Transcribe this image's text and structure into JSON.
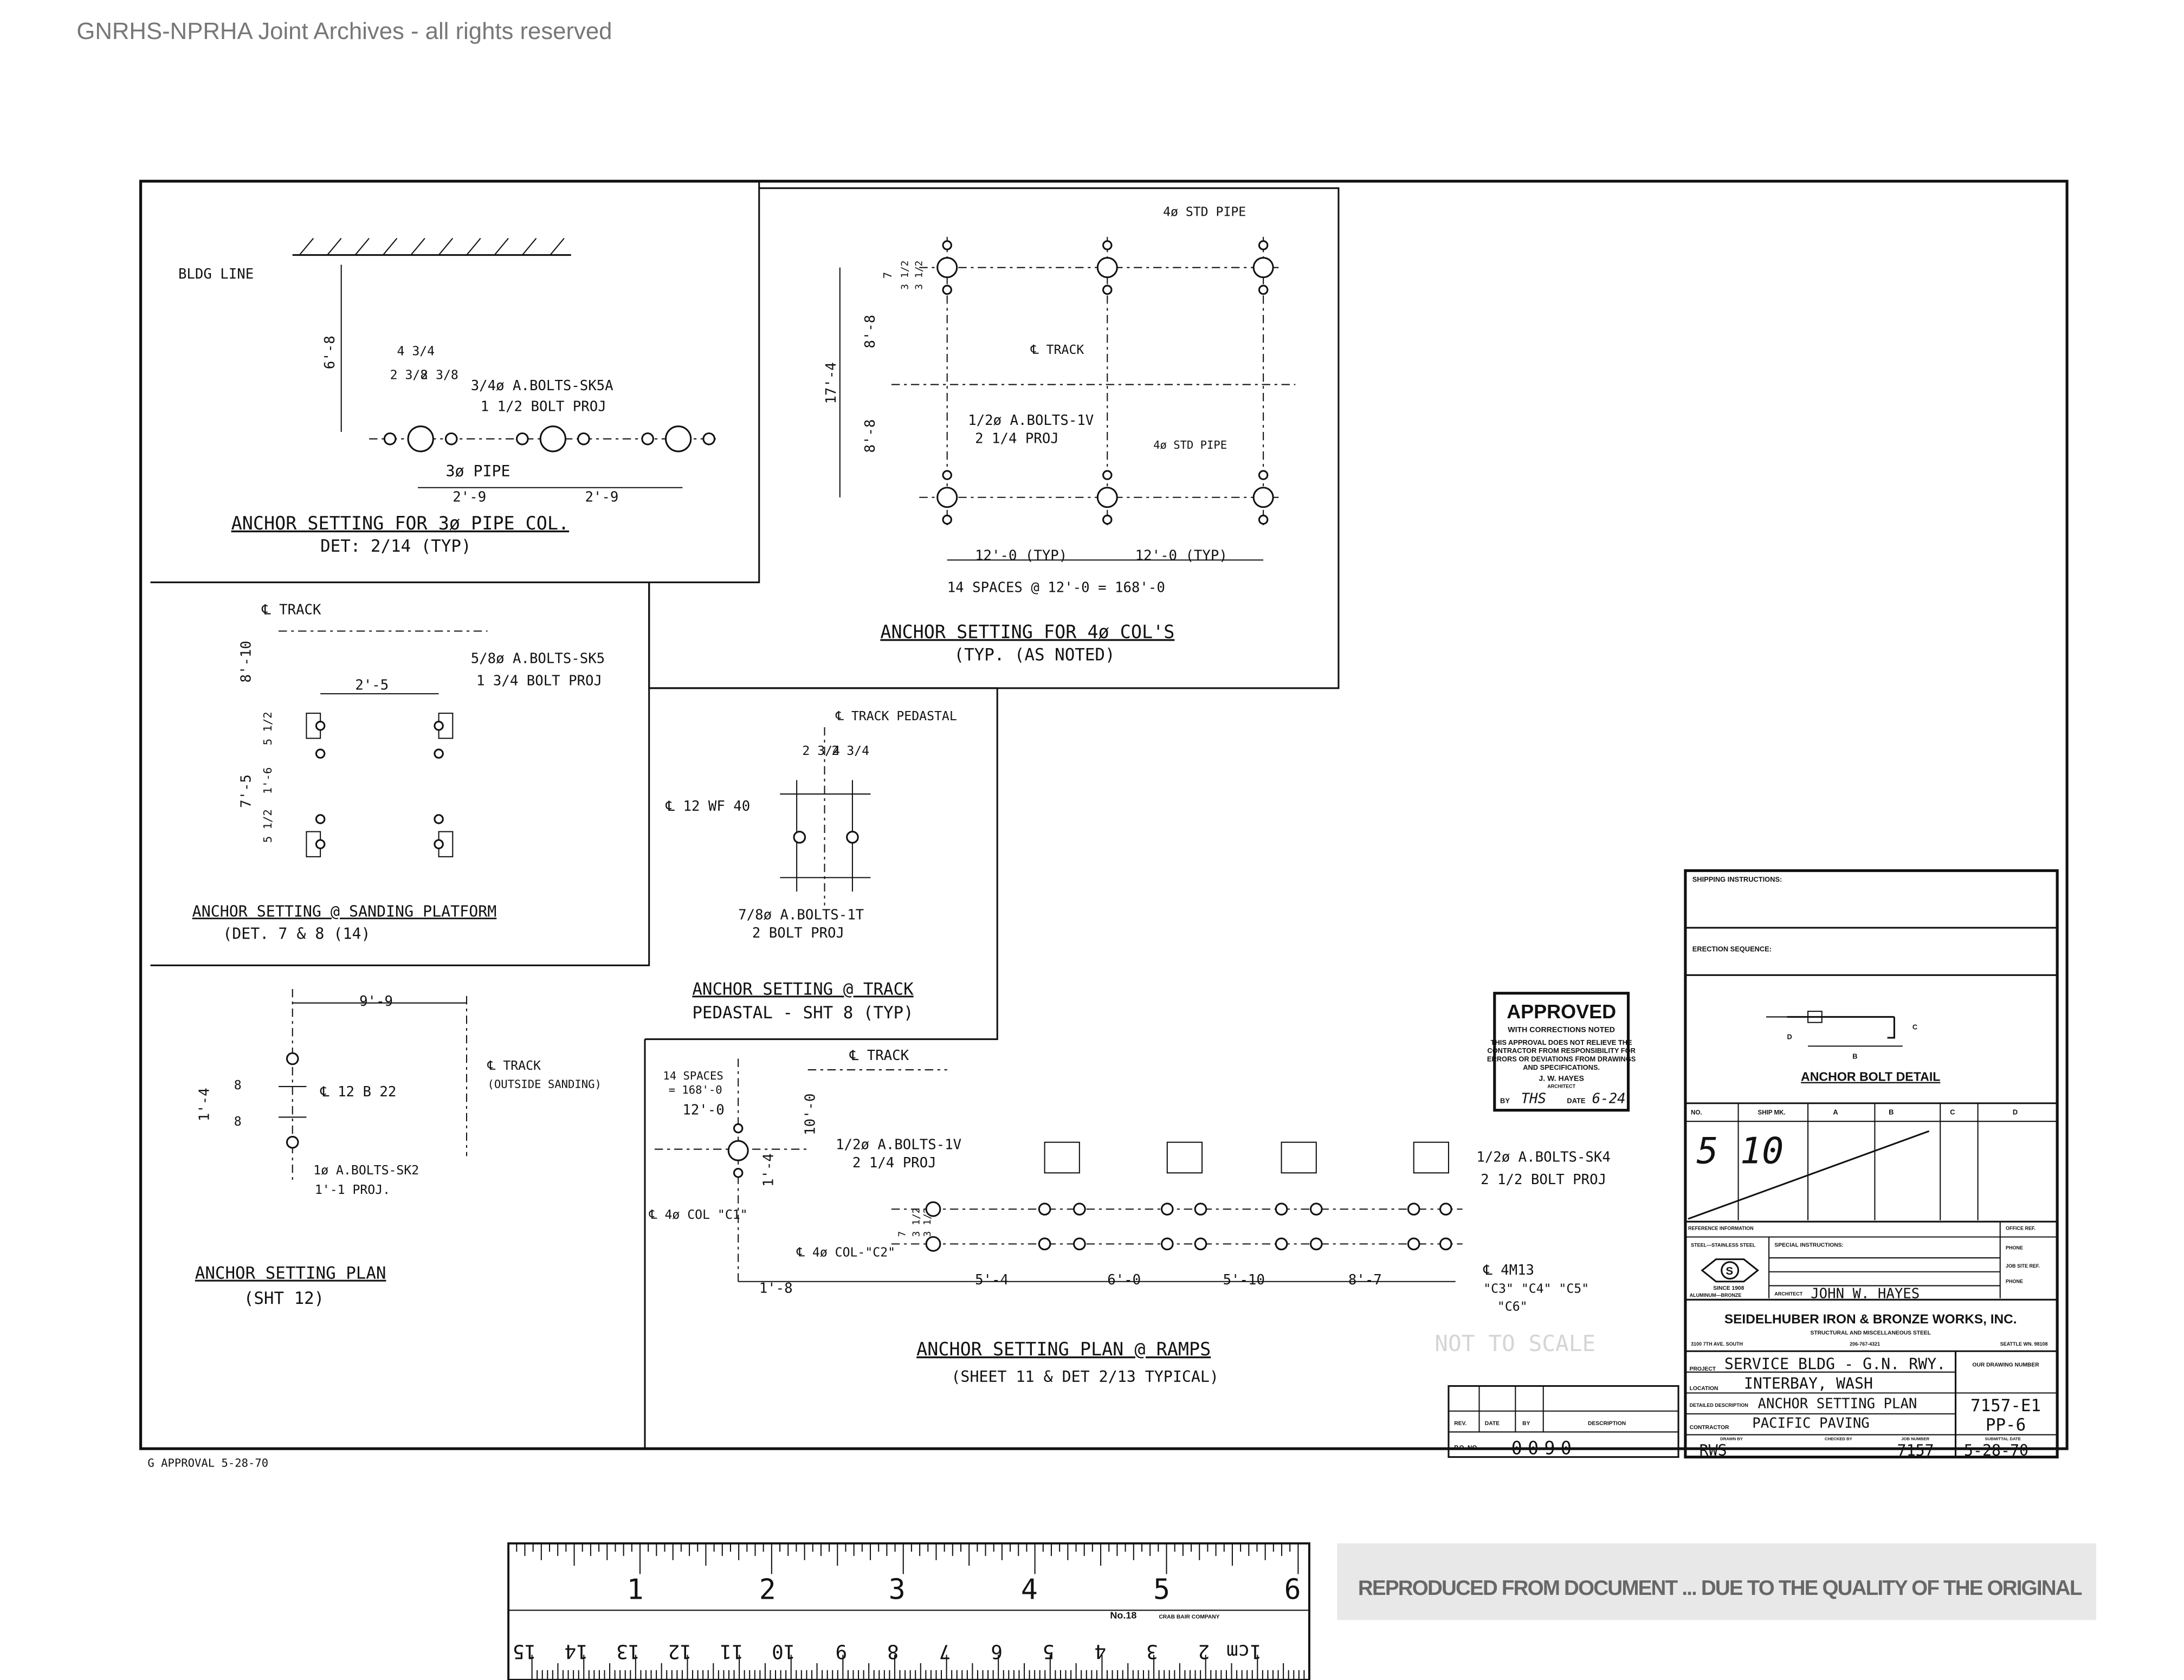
{
  "watermark": "GNRHS-NPRHA Joint Archives - all rights reserved",
  "panels": {
    "pipe_col": {
      "bldg_line": "BLDG LINE",
      "dim_height": "6'-8",
      "dim_top": "4 3/4",
      "dim_a": "2 3/8",
      "dim_b": "2 3/8",
      "bolt_note": "3/4ø A.BOLTS-SK5A",
      "bolt_proj": "1 1/2 BOLT PROJ",
      "pipe": "3ø PIPE",
      "dim_left": "2'-9",
      "dim_right": "2'-9",
      "title": "ANCHOR SETTING FOR 3ø PIPE COL.",
      "subtitle": "DET: 2/14 (TYP)"
    },
    "four_col": {
      "pipe_top": "4ø STD PIPE",
      "pipe_mid": "4ø STD PIPE",
      "track": "℄ TRACK",
      "dim_total": "17'-4",
      "dim_upper": "8'-8",
      "dim_lower": "8'-8",
      "dim_small": "7",
      "dim_small_a": "3 1/2",
      "dim_small_b": "3 1/2",
      "bolt_note": "1/2ø A.BOLTS-1V",
      "bolt_proj": "2 1/4 PROJ",
      "space_left": "12'-0 (TYP)",
      "space_right": "12'-0 (TYP)",
      "space_total": "14 SPACES @ 12'-0 = 168'-0",
      "title": "ANCHOR SETTING FOR 4ø COL'S",
      "subtitle": "(TYP. (AS NOTED)"
    },
    "sanding": {
      "track": "℄ TRACK",
      "dim_top": "8'-10",
      "dim_width": "2'-5",
      "dim_mid": "7'-5",
      "dim_a": "5 1/2",
      "dim_b": "1'-6",
      "dim_c": "5 1/2",
      "bolt_note": "5/8ø A.BOLTS-SK5",
      "bolt_proj": "1 3/4 BOLT PROJ",
      "title": "ANCHOR SETTING @ SANDING PLATFORM",
      "subtitle": "(DET. 7 & 8 (14)"
    },
    "pedestal": {
      "track": "℄ TRACK PEDASTAL",
      "dim_a": "2 3/4",
      "dim_b": "2 3/4",
      "beam": "℄ 12 WF 40",
      "bolt_note": "7/8ø A.BOLTS-1T",
      "bolt_proj": "2 BOLT PROJ",
      "title": "ANCHOR SETTING @ TRACK",
      "subtitle": "PEDASTAL - SHT 8 (TYP)"
    },
    "sht12": {
      "dim_top": "9'-9",
      "beam": "℄ 12 B 22",
      "track": "℄ TRACK",
      "track_note": "(OUTSIDE SANDING)",
      "dim_total": "1'-4",
      "dim_a": "8",
      "dim_b": "8",
      "bolt_note": "1ø A.BOLTS-SK2",
      "bolt_proj": "1'-1 PROJ.",
      "title": "ANCHOR SETTING PLAN",
      "subtitle": "(SHT 12)"
    },
    "ramps": {
      "spaces": "14 SPACES",
      "spaces_total": "= 168'-0",
      "dim_12": "12'-0",
      "track": "℄ TRACK",
      "dim_height": "10'-0",
      "dim_14": "1'-4",
      "bolt_note": "1/2ø A.BOLTS-1V",
      "bolt_proj": "2 1/4 PROJ",
      "col_c1": "℄ 4ø COL \"C1\"",
      "col_c2": "℄ 4ø COL-\"C2\"",
      "dim_7": "7",
      "dim_31": "3 1/2",
      "dim_32": "3 1/2",
      "bolt_note2": "1/2ø A.BOLTS-SK4",
      "bolt_proj2": "2 1/2 BOLT PROJ",
      "beam": "℄ 4M13",
      "beam_cols": "\"C3\" \"C4\" \"C5\"",
      "beam_col6": "\"C6\"",
      "dims": [
        "1'-8",
        "5'-4",
        "6'-0",
        "5'-10",
        "8'-7"
      ],
      "title": "ANCHOR SETTING PLAN @ RAMPS",
      "subtitle": "(SHEET 11 & DET 2/13 TYPICAL)",
      "not_to_scale": "NOT TO SCALE"
    }
  },
  "approval_stamp": {
    "title": "APPROVED",
    "line1": "WITH CORRECTIONS NOTED",
    "line2": "THIS APPROVAL DOES NOT RELIEVE THE",
    "line3": "CONTRACTOR FROM RESPONSIBILITY FOR",
    "line4": "ERRORS OR DEVIATIONS FROM DRAWINGS",
    "line5": "AND SPECIFICATIONS.",
    "architect": "J. W. HAYES",
    "architect_label": "ARCHITECT",
    "by_label": "BY",
    "by_value": "THS",
    "date_label": "DATE",
    "date_value": "6-24"
  },
  "title_block": {
    "shipping": "SHIPPING INSTRUCTIONS:",
    "erection": "ERECTION SEQUENCE:",
    "bolt_detail": "ANCHOR BOLT DETAIL",
    "bolt_d": "D",
    "bolt_b": "B",
    "bolt_c": "C",
    "table_headers": [
      "NO.",
      "SHIP MK.",
      "A",
      "B",
      "C",
      "D"
    ],
    "handwritten": "5 10",
    "reference": "REFERENCE INFORMATION",
    "steel": "STEEL—STAINLESS STEEL",
    "since": "SINCE 1908",
    "aluminum": "ALUMINUM—BRONZE",
    "special": "SPECIAL INSTRUCTIONS:",
    "office_ref": "OFFICE REF.",
    "phone1": "PHONE",
    "job_site": "JOB SITE REF.",
    "phone2": "PHONE",
    "architect_label": "ARCHITECT",
    "architect": "JOHN W. HAYES",
    "company": "SEIDELHUBER IRON & BRONZE WORKS, INC.",
    "company_sub": "STRUCTURAL AND MISCELLANEOUS STEEL",
    "address": "3100 7TH AVE. SOUTH",
    "phone": "206-767-4321",
    "city": "SEATTLE WN. 98108",
    "project_label": "PROJECT",
    "project": "SERVICE BLDG - G.N. RWY.",
    "location_label": "LOCATION",
    "location": "INTERBAY, WASH",
    "desc_label": "DETAILED DESCRIPTION",
    "desc": "ANCHOR SETTING PLAN",
    "contractor_label": "CONTRACTOR",
    "contractor": "PACIFIC PAVING",
    "drawing_no_label": "OUR DRAWING NUMBER",
    "drawing_no": "7157-E1",
    "sheet": "PP-6",
    "drawn_by_label": "DRAWN BY",
    "drawn_by": "RWS",
    "checked_label": "CHECKED BY",
    "job_no_label": "JOB NUMBER",
    "job_no": "7157",
    "submittal_label": "SUBMITTAL DATE",
    "submittal": "5-28-70"
  },
  "revision_block": {
    "headers": [
      "REV.",
      "DATE",
      "BY",
      "DESCRIPTION"
    ],
    "po_label": "P.O. NO.",
    "po": "0090"
  },
  "margin_note": "G APPROVAL 5-28-70",
  "ruler": {
    "inches": [
      "1",
      "2",
      "3",
      "4",
      "5",
      "6"
    ],
    "cm": [
      "1cm",
      "2",
      "3",
      "4",
      "5",
      "6",
      "7",
      "8",
      "9",
      "10",
      "11",
      "12",
      "13",
      "14",
      "15"
    ],
    "model": "No.18",
    "maker": "CRAB BAIR COMPANY"
  },
  "smudged_note": "REPRODUCED FROM DOCUMENT ... DUE TO THE QUALITY OF THE ORIGINAL"
}
